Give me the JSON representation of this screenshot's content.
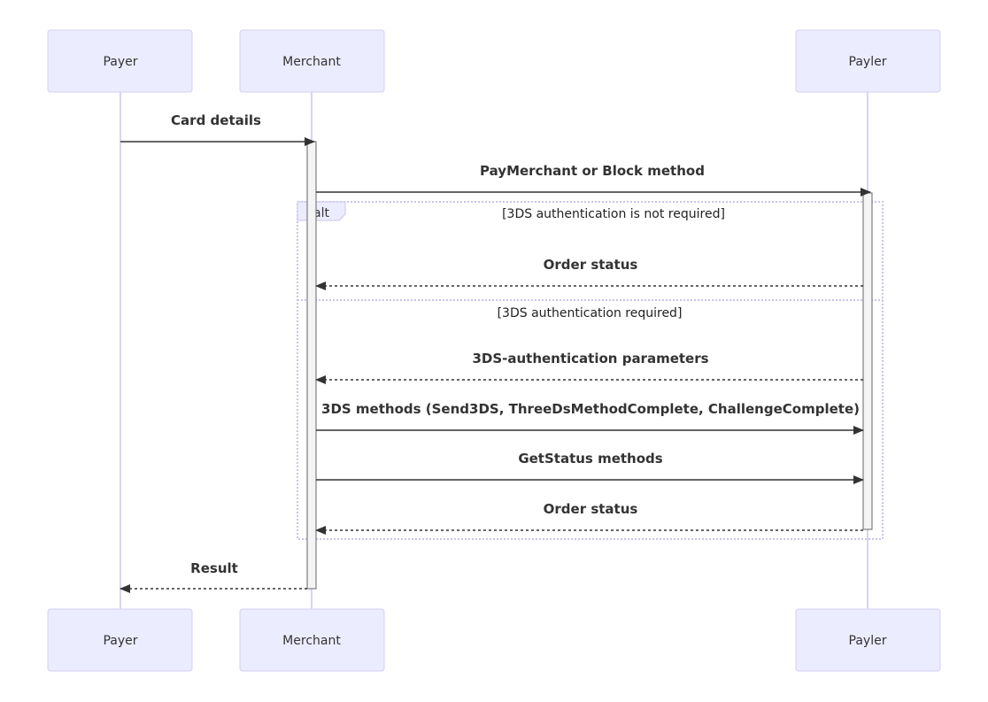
{
  "participants": {
    "payer": "Payer",
    "merchant": "Merchant",
    "payler": "Payler"
  },
  "messages": {
    "card_details": "Card details",
    "paymerchant_block": "PayMerchant or Block method",
    "order_status_1": "Order status",
    "threeds_params": "3DS-authentication parameters",
    "threeds_methods": "3DS methods (Send3DS, ThreeDsMethodComplete, ChallengeComplete)",
    "getstatus": "GetStatus methods",
    "order_status_2": "Order status",
    "result": "Result"
  },
  "alt_block": {
    "label": "alt",
    "condition_1": "[3DS authentication is not required]",
    "condition_2": "[3DS authentication required]"
  },
  "colors": {
    "actor_fill": "#ececff",
    "actor_stroke": "#d4d0f0",
    "lifeline": "#d8d4f4",
    "arrow": "#333333"
  }
}
